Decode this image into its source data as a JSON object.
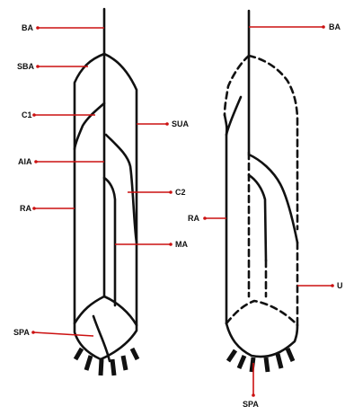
{
  "colors": {
    "vessel": "#111111",
    "leader": "#cc1111",
    "background": "#ffffff"
  },
  "diagram_left": {
    "labels": {
      "ba": "BA",
      "sba": "SBA",
      "c1": "C1",
      "aia": "AIA",
      "ra": "RA",
      "spa": "SPA",
      "sua": "SUA",
      "c2": "C2",
      "ma": "MA"
    }
  },
  "diagram_right": {
    "labels": {
      "ba": "BA",
      "ra": "RA",
      "u": "U",
      "spa": "SPA"
    }
  }
}
